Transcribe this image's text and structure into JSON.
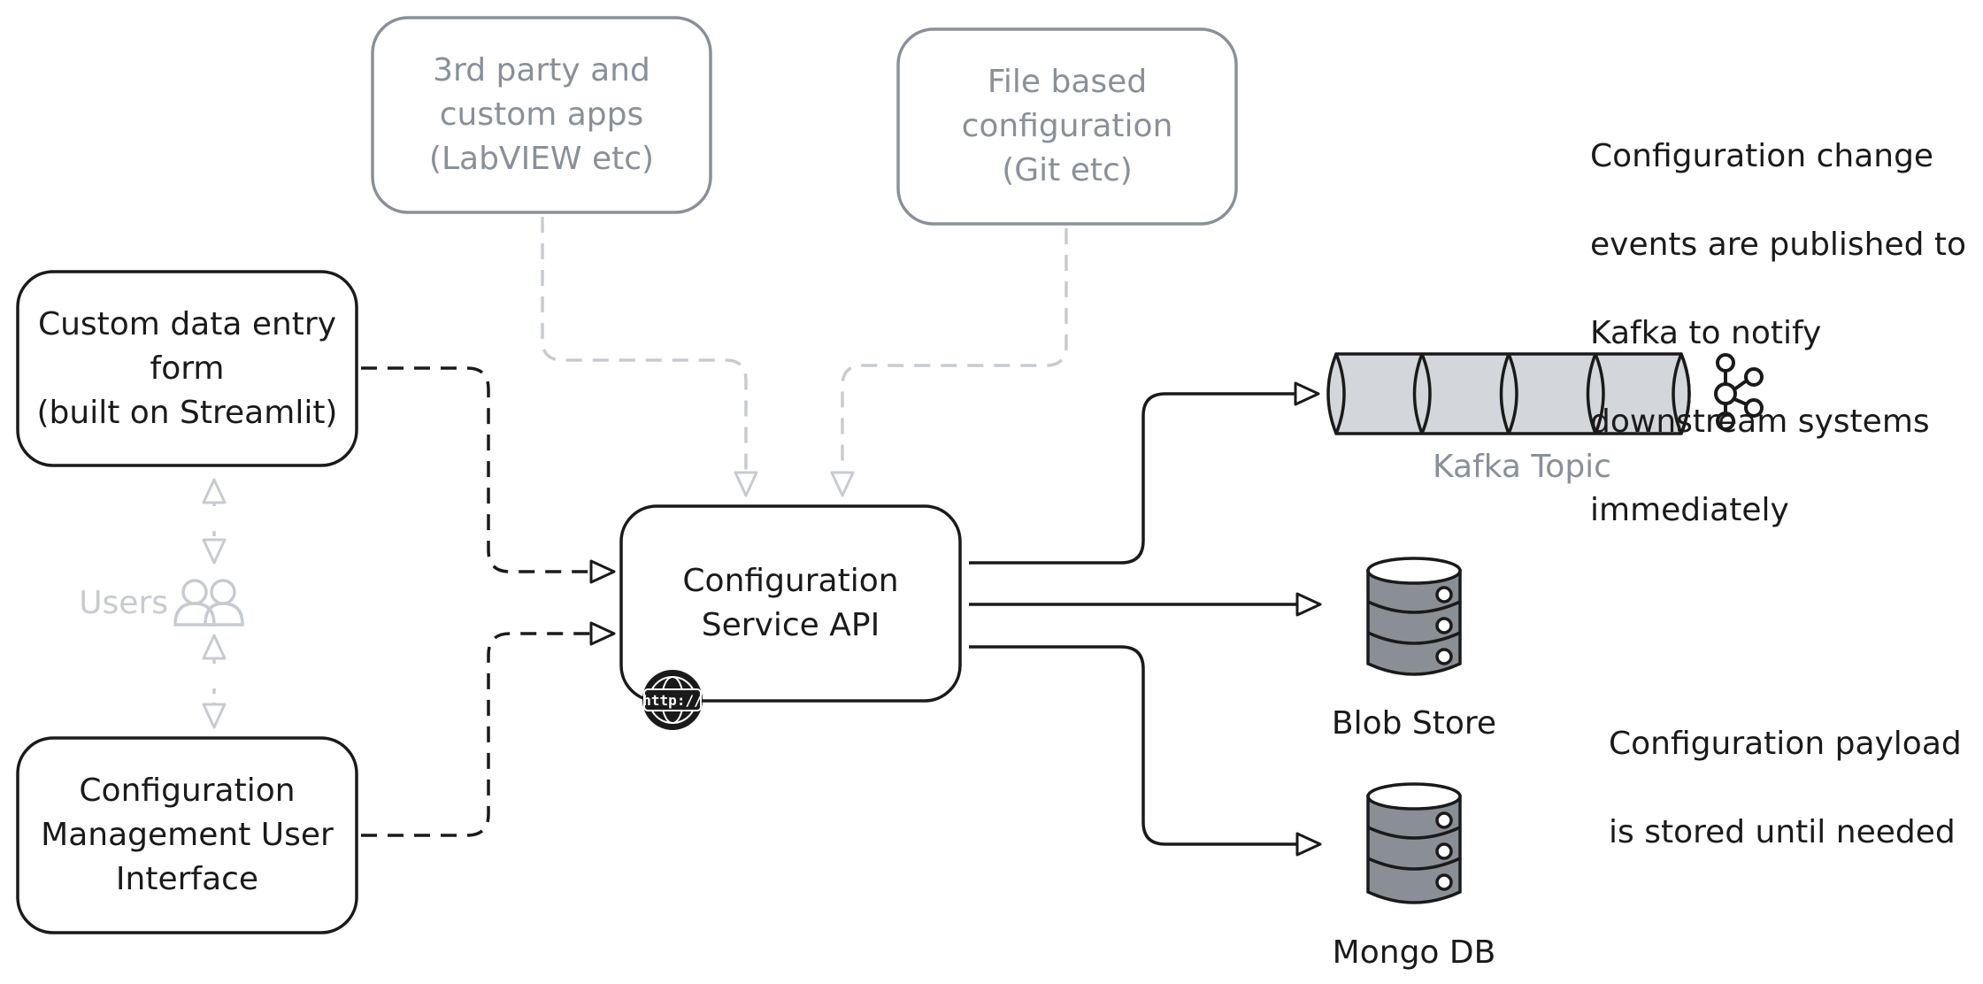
{
  "nodes": {
    "custom_form": {
      "lines": [
        "Custom data entry",
        "form",
        "(built on Streamlit)"
      ]
    },
    "config_ui": {
      "lines": [
        "Configuration",
        "Management User",
        "Interface"
      ]
    },
    "third_party": {
      "lines": [
        "3rd party and",
        "custom apps",
        "(LabVIEW etc)"
      ]
    },
    "file_based": {
      "lines": [
        "File based",
        "configuration",
        "(Git etc)"
      ]
    },
    "api": {
      "lines": [
        "Configuration",
        "Service API"
      ],
      "badge": "http://"
    },
    "kafka": {
      "label": "Kafka Topic"
    },
    "blob": {
      "label": "Blob Store"
    },
    "mongo": {
      "label": "Mongo DB"
    },
    "users": {
      "label": "Users"
    }
  },
  "notes": {
    "kafka_note": [
      "Configuration change",
      "events are published to",
      "Kafka to notify",
      "downstream systems",
      "immediately"
    ],
    "payload_note": [
      "Configuration payload",
      "is stored until needed"
    ]
  },
  "colors": {
    "ink": "#1a1a1a",
    "faded_border": "#8a9099",
    "faded_line": "#c7cbd1",
    "kafka_fill": "#d3d6da",
    "db_fill": "#8a8f96"
  },
  "icons": [
    "globe-icon",
    "kafka-logo-icon",
    "database-icon",
    "users-icon"
  ]
}
